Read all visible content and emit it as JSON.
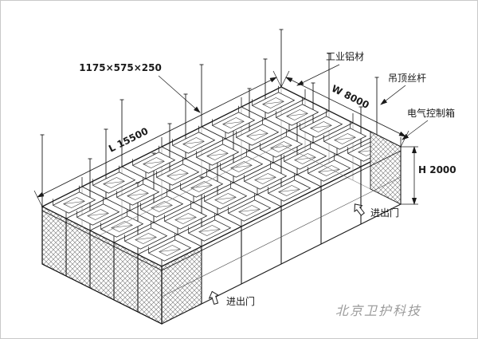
{
  "diagram": {
    "labels": {
      "unit_size": "1175×575×250",
      "material": "工业铝材",
      "ceiling_rod": "吊顶丝杆",
      "control_box": "电气控制箱",
      "length": "L 15500",
      "width": "W 8000",
      "height": "H 2000",
      "door_front": "进出门",
      "door_bottom": "进出门"
    },
    "watermark": "北京卫护科技",
    "colors": {
      "line": "#1a1a1a",
      "mesh": "#777777",
      "watermark": "#9b9b9b"
    }
  }
}
